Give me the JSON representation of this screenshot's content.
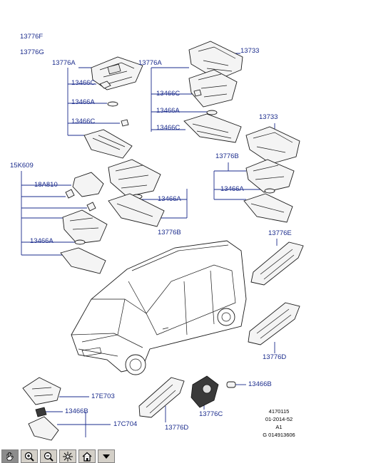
{
  "labels": {
    "l13776F": "13776F",
    "l13776G": "13776G",
    "l13776A_1": "13776A",
    "l13776A_2": "13776A",
    "l13733_1": "13733",
    "l13733_2": "13733",
    "l13466C_1": "13466C",
    "l13466A_1": "13466A",
    "l13466C_2": "13466C",
    "l13466C_3": "13466C",
    "l13466A_2": "13466A",
    "l13466C_4": "13466C",
    "l15K609": "15K609",
    "l18A810": "18A810",
    "l13466A_3": "13466A",
    "l13466A_4": "13466A",
    "l13776B_1": "13776B",
    "l13776B_2": "13776B",
    "l13466A_5": "13466A",
    "l13776E": "13776E",
    "l13776D_1": "13776D",
    "l13466B_1": "13466B",
    "l17E703": "17E703",
    "l13466B_2": "13466B",
    "l17C704": "17C704",
    "l13776D_2": "13776D",
    "l13776C": "13776C"
  },
  "ref": {
    "line1": "4170115",
    "line2": "01-2014-52",
    "line3": "A1",
    "line4": "G 014913606"
  },
  "toolbar": {
    "buttons": [
      "hand-tool-icon",
      "zoom-in-icon",
      "zoom-out-icon",
      "fit-icon",
      "home-icon",
      "dropdown-icon"
    ]
  }
}
